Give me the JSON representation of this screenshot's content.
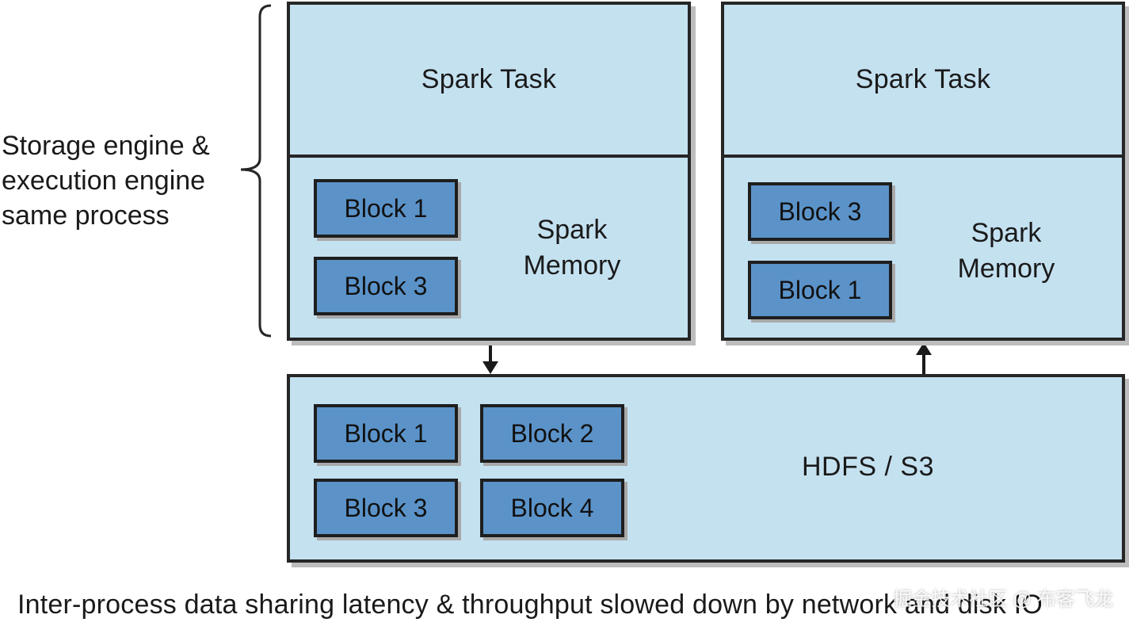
{
  "side_label": "Storage engine &\nexecution engine\nsame process",
  "left_node": {
    "task_label": "Spark Task",
    "memory_label": "Spark\nMemory",
    "blocks": [
      "Block 1",
      "Block 3"
    ]
  },
  "right_node": {
    "task_label": "Spark Task",
    "memory_label": "Spark\nMemory",
    "blocks": [
      "Block 3",
      "Block 1"
    ]
  },
  "storage": {
    "label": "HDFS / S3",
    "blocks": [
      "Block 1",
      "Block 2",
      "Block 3",
      "Block 4"
    ]
  },
  "footer": "Inter-process data sharing latency & throughput slowed down by network and disk IO",
  "watermark": "掘金技术社区 @ 布客飞龙",
  "colors": {
    "box_fill": "#c4e1f0",
    "block_fill": "#5b93c9",
    "border": "#262626",
    "shadow": "#bdbdbd"
  }
}
